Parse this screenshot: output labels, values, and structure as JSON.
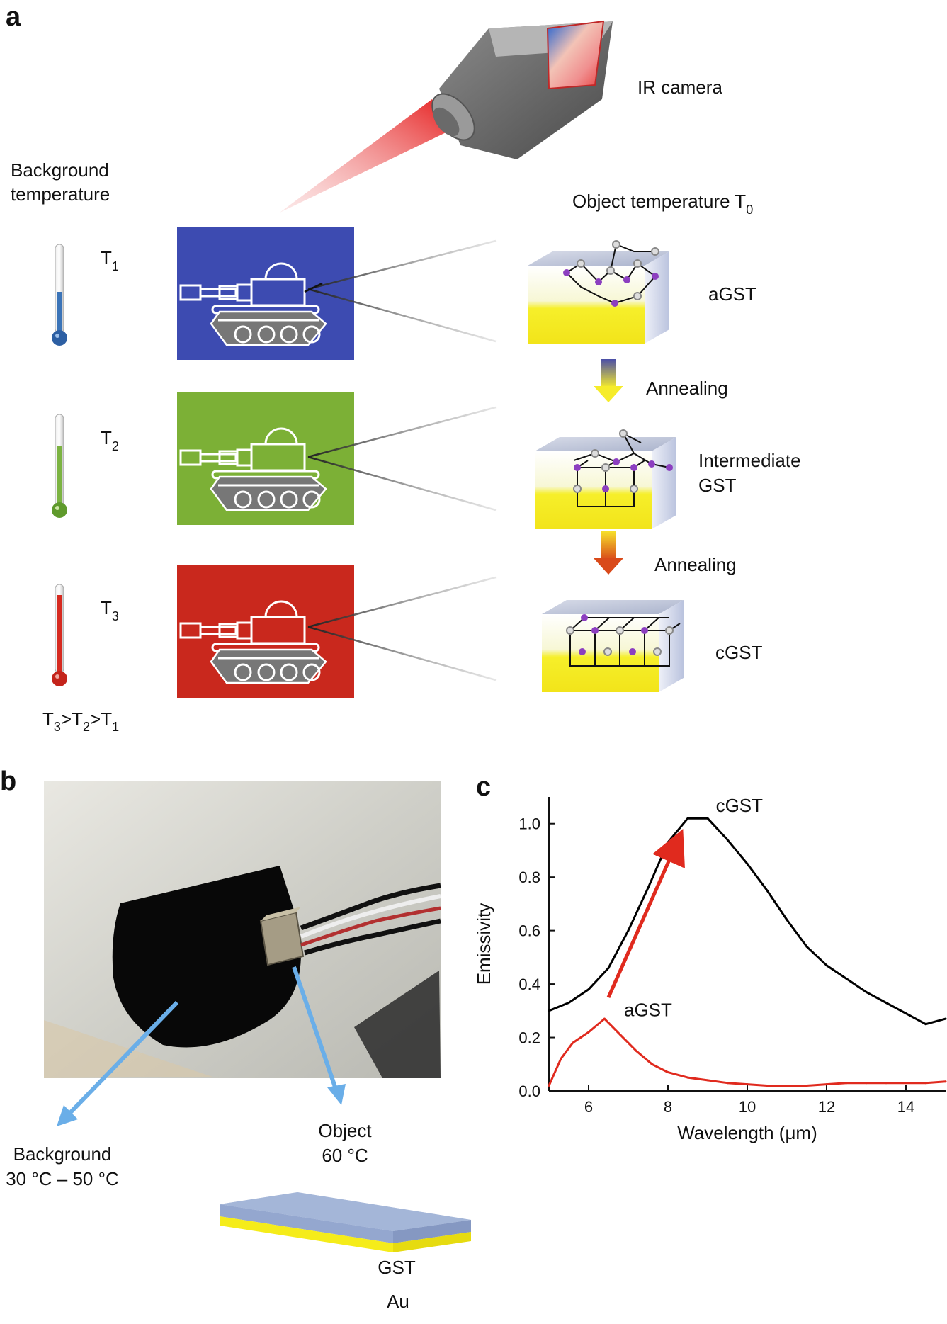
{
  "panel_a": {
    "label": "a",
    "camera_label": "IR camera",
    "background_label_line1": "Background",
    "background_label_line2": "temperature",
    "object_label": "Object temperature T",
    "object_sub": "0",
    "thermometers": [
      {
        "t": "T",
        "sub": "1",
        "color": "#3b74b8"
      },
      {
        "t": "T",
        "sub": "2",
        "color": "#7cb342"
      },
      {
        "t": "T",
        "sub": "3",
        "color": "#d62a20"
      }
    ],
    "backgrounds": [
      "#3d4bb1",
      "#7cb036",
      "#c9281d"
    ],
    "relation": {
      "t3": "T",
      "s3": "3",
      "gt1": ">",
      "t2": "T",
      "s2": "2",
      "gt2": ">",
      "t1": "T",
      "s1": "1"
    },
    "states": [
      "aGST",
      "Intermediate",
      "GST",
      "cGST"
    ],
    "annealing": [
      "Annealing",
      "Annealing"
    ]
  },
  "panel_b": {
    "label": "b",
    "background_line1": "Background",
    "background_line2": "30 °C – 50 °C",
    "object_line1": "Object",
    "object_line2": "60 °C",
    "layer_top": "GST",
    "layer_bottom": "Au"
  },
  "chart_data": {
    "type": "line",
    "panel_label": "c",
    "xlabel": "Wavelength (μm)",
    "ylabel": "Emissivity",
    "xlim": [
      5,
      15
    ],
    "ylim": [
      0,
      1.1
    ],
    "xticks": [
      6,
      8,
      10,
      12,
      14
    ],
    "yticks": [
      0.0,
      0.2,
      0.4,
      0.6,
      0.8,
      1.0
    ],
    "xtick_labels": [
      "6",
      "8",
      "10",
      "12",
      "14"
    ],
    "ytick_labels": [
      "0.0",
      "0.2",
      "0.4",
      "0.6",
      "0.8",
      "1.0"
    ],
    "grid": false,
    "series": [
      {
        "name": "cGST",
        "color": "#000000",
        "x": [
          5.0,
          5.5,
          6.0,
          6.5,
          7.0,
          7.5,
          8.0,
          8.5,
          9.0,
          9.5,
          10.0,
          10.5,
          11.0,
          11.5,
          12.0,
          12.5,
          13.0,
          13.5,
          14.0,
          14.5,
          15.0
        ],
        "y": [
          0.3,
          0.33,
          0.38,
          0.46,
          0.6,
          0.76,
          0.93,
          1.02,
          1.02,
          0.94,
          0.85,
          0.75,
          0.64,
          0.54,
          0.47,
          0.42,
          0.37,
          0.33,
          0.29,
          0.25,
          0.27
        ]
      },
      {
        "name": "aGST",
        "color": "#e02a1e",
        "x": [
          5.0,
          5.3,
          5.6,
          6.0,
          6.4,
          6.8,
          7.2,
          7.6,
          8.0,
          8.5,
          9.0,
          9.5,
          10.0,
          10.5,
          11.0,
          11.5,
          12.0,
          12.5,
          13.0,
          13.5,
          14.0,
          14.5,
          15.0
        ],
        "y": [
          0.02,
          0.12,
          0.18,
          0.22,
          0.27,
          0.21,
          0.15,
          0.1,
          0.07,
          0.05,
          0.04,
          0.03,
          0.025,
          0.02,
          0.02,
          0.02,
          0.025,
          0.03,
          0.03,
          0.03,
          0.03,
          0.03,
          0.035
        ]
      }
    ]
  }
}
